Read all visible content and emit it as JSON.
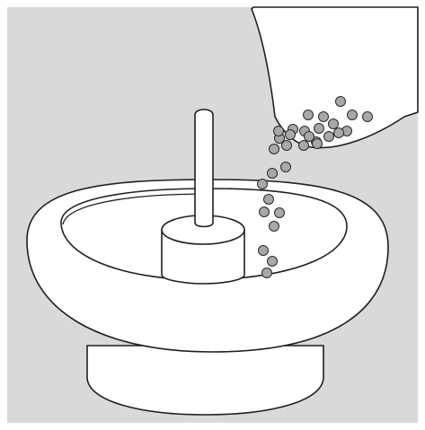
{
  "colors": {
    "background": "#d9d9d9",
    "outer_background": "#ffffff",
    "object_fill": "#ffffff",
    "outline": "#1f1f1f",
    "bead_fill": "#a8a8a8",
    "bead_outline": "#2a2a2a"
  },
  "scene": {
    "objects": [
      "container",
      "spindle",
      "hub",
      "pouring-bag",
      "beads"
    ],
    "bead_count_in_bag": 14,
    "bead_count_falling": 17
  }
}
